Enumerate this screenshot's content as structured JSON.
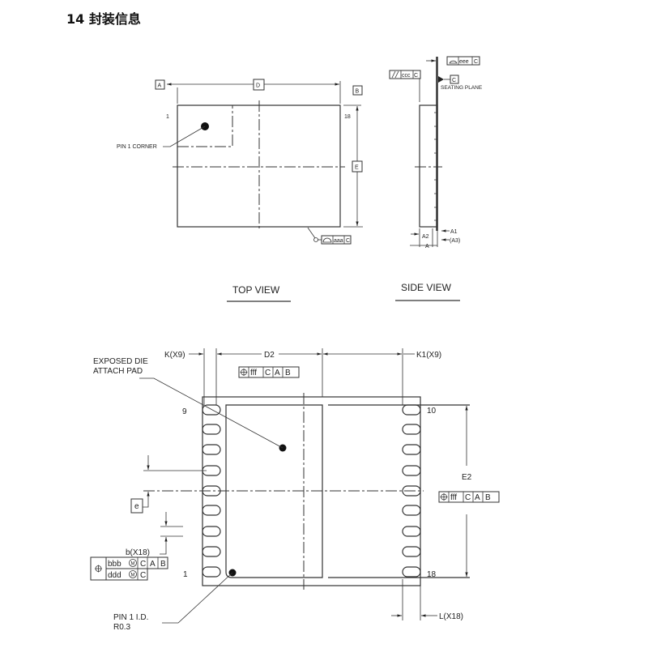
{
  "title": "14 封装信息",
  "top_view": {
    "caption": "TOP VIEW",
    "datum_a": "A",
    "datum_b": "B",
    "dim_d": "D",
    "dim_e": "E",
    "pin1_number": "1",
    "pin18_number": "18",
    "pin1_corner_label": "PIN 1 CORNER",
    "flatness_tol": "aaa",
    "flatness_datum": "C"
  },
  "side_view": {
    "caption": "SIDE VIEW",
    "parallel_tol": "ccc",
    "parallel_datum": "C",
    "profile_tol": "eee",
    "profile_datum": "C",
    "datum_c": "C",
    "seating_plane": "SEATING PLANE",
    "dim_a1": "A1",
    "dim_a2": "A2",
    "dim_a": "A",
    "dim_a3": "(A3)"
  },
  "bottom_view": {
    "exposed_pad_label_1": "EXPOSED DIE",
    "exposed_pad_label_2": "ATTACH PAD",
    "dim_k": "K(X9)",
    "dim_d2": "D2",
    "dim_k1": "K1(X9)",
    "dim_e2": "E2",
    "dim_e": "e",
    "dim_b": "b(X18)",
    "dim_l": "L(X18)",
    "pin_9": "9",
    "pin_10": "10",
    "pin_1": "1",
    "pin_18": "18",
    "pos_tol": {
      "tol": "fff",
      "d1": "C",
      "d2": "A",
      "d3": "B"
    },
    "pin_tol_row1": {
      "tol": "bbb",
      "mod": "M",
      "d1": "C",
      "d2": "A",
      "d3": "B"
    },
    "pin_tol_row2": {
      "tol": "ddd",
      "mod": "M",
      "d1": "C"
    },
    "pin1_id_1": "PIN 1 I.D.",
    "pin1_id_2": "R0.3"
  }
}
